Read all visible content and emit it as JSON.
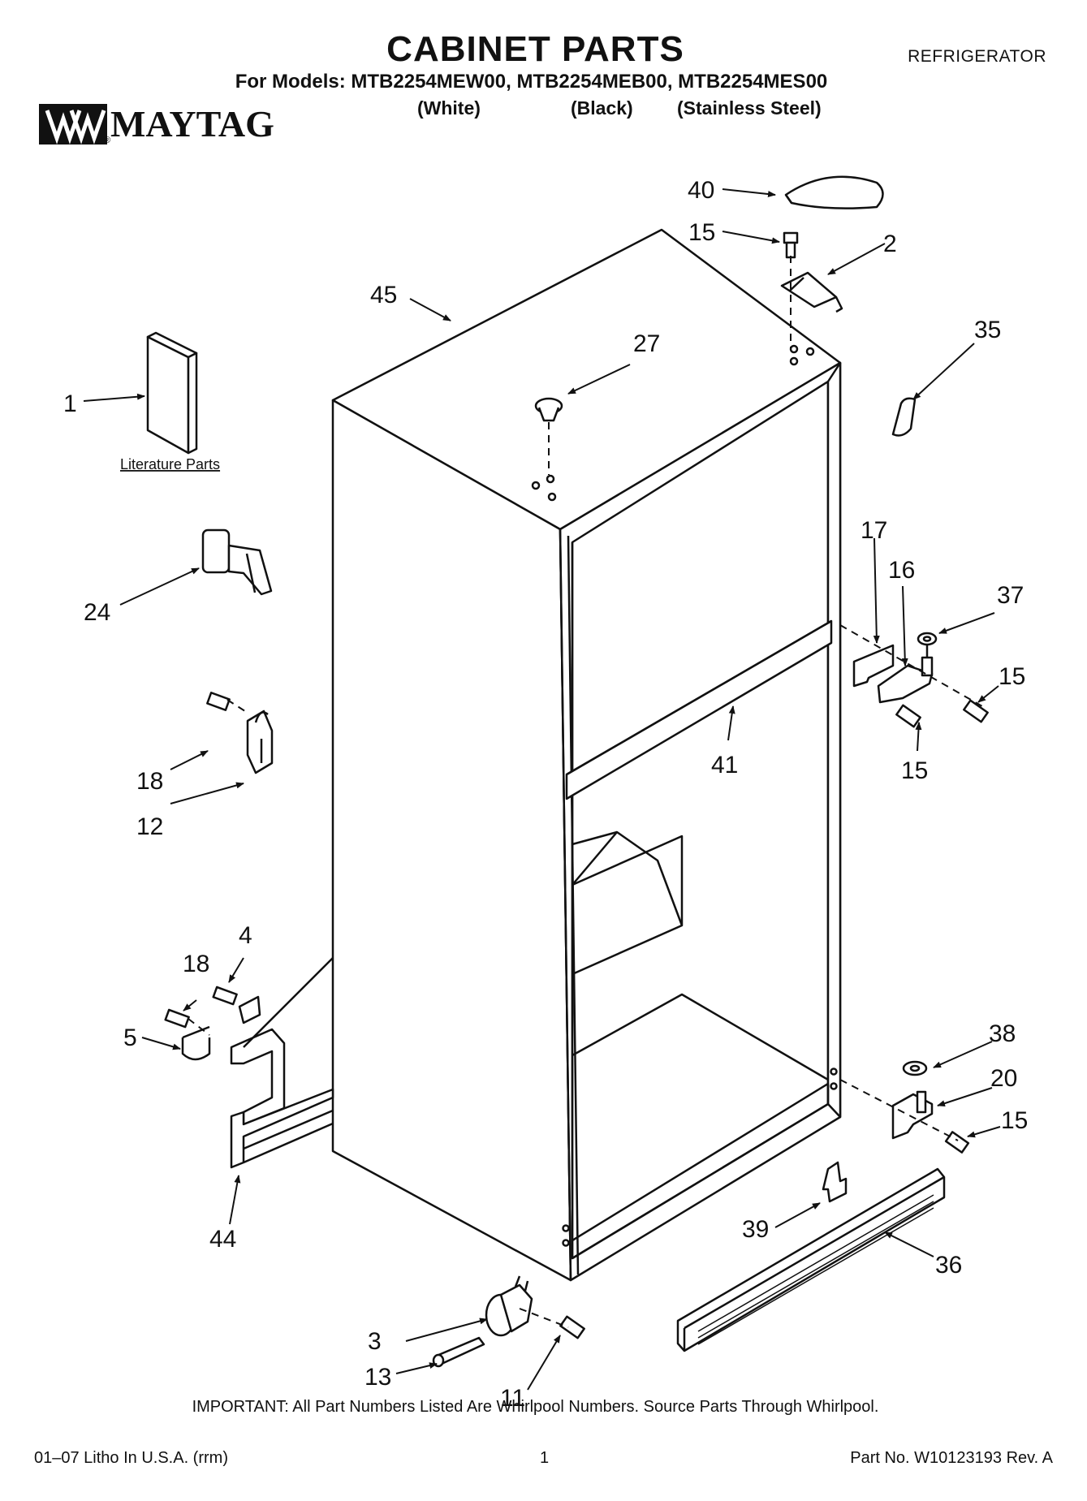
{
  "header": {
    "title": "CABINET PARTS",
    "product": "REFRIGERATOR",
    "models_line": "For Models: MTB2254MEW00, MTB2254MEB00, MTB2254MES00",
    "variants": [
      "(White)",
      "(Black)",
      "(Stainless Steel)"
    ]
  },
  "brand": {
    "name": "MAYTAG",
    "registered": "®"
  },
  "literature_caption": "Literature Parts",
  "callouts": {
    "c1": "1",
    "c2": "2",
    "c3": "3",
    "c4": "4",
    "c5": "5",
    "c11": "11",
    "c12": "12",
    "c13": "13",
    "c15a": "15",
    "c15b": "15",
    "c15c": "15",
    "c15d": "15",
    "c16": "16",
    "c17": "17",
    "c18a": "18",
    "c18b": "18",
    "c20": "20",
    "c24": "24",
    "c27": "27",
    "c35": "35",
    "c36": "36",
    "c37": "37",
    "c38": "38",
    "c39": "39",
    "c40": "40",
    "c41": "41",
    "c44": "44",
    "c45": "45"
  },
  "footer": {
    "important": "IMPORTANT: All Part Numbers Listed Are Whirlpool Numbers. Source Parts Through Whirlpool.",
    "litho": "01–07 Litho In U.S.A. (rrm)",
    "page": "1",
    "part_no": "Part No. W10123193 Rev. A"
  }
}
